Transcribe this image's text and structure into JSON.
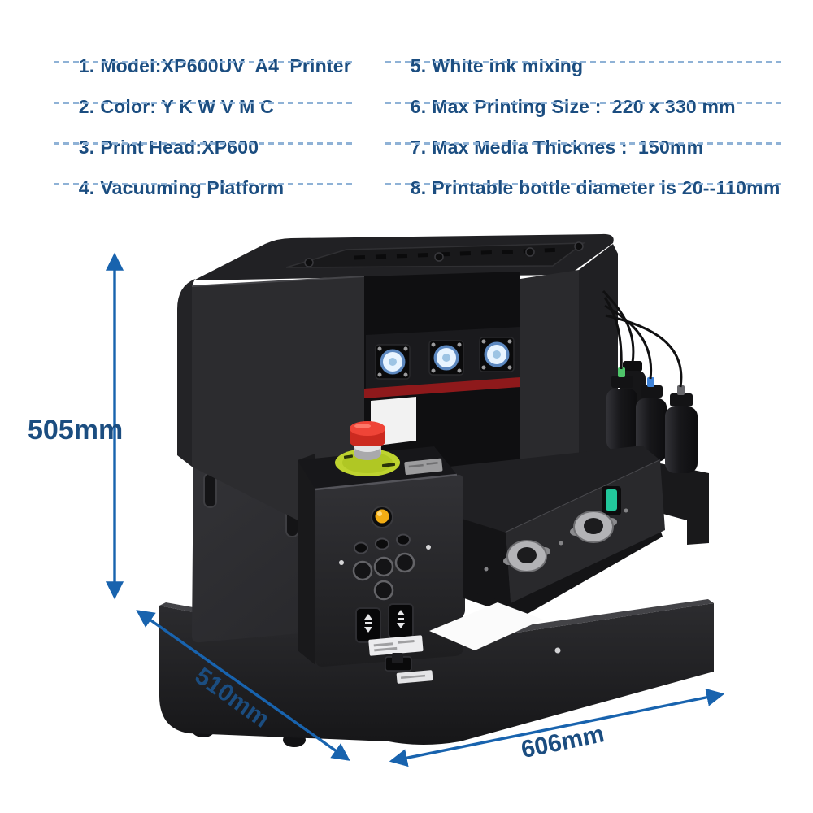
{
  "title": "XP600UV A4 UV printer specification image",
  "specs": {
    "left": [
      {
        "num": "1.",
        "text": "Model:XP600UV  A4  Printer"
      },
      {
        "num": "2.",
        "text": "Color: Y K W V M C"
      },
      {
        "num": "3.",
        "text": "Print Head:XP600"
      },
      {
        "num": "4.",
        "text": "Vacuuming Platform"
      }
    ],
    "right": [
      {
        "num": "5.",
        "text": "White ink mixing"
      },
      {
        "num": "6.",
        "text": "Max Printing Size :  220 x 330 mm"
      },
      {
        "num": "7.",
        "text": "Max Media Thicknes :  150mm"
      },
      {
        "num": "8.",
        "text": "Printable bottle diameter is 20--110mm"
      }
    ]
  },
  "dimensions": {
    "height": "505mm",
    "depth": "510mm",
    "width": "606mm"
  },
  "colors": {
    "spec_text_blue": "#1b4d80",
    "dash_blue": "#8fb2d6",
    "arrow_blue": "#1863ae",
    "printer_body_black": "#28282b",
    "estop_red": "#e03a2e",
    "estop_ring_yellow": "#bed32f",
    "led_orange": "#f3ad14",
    "switch_teal": "#22c79b",
    "uv_fan_glow_blue": "#e8f4ff",
    "red_strip": "#8e191b"
  }
}
